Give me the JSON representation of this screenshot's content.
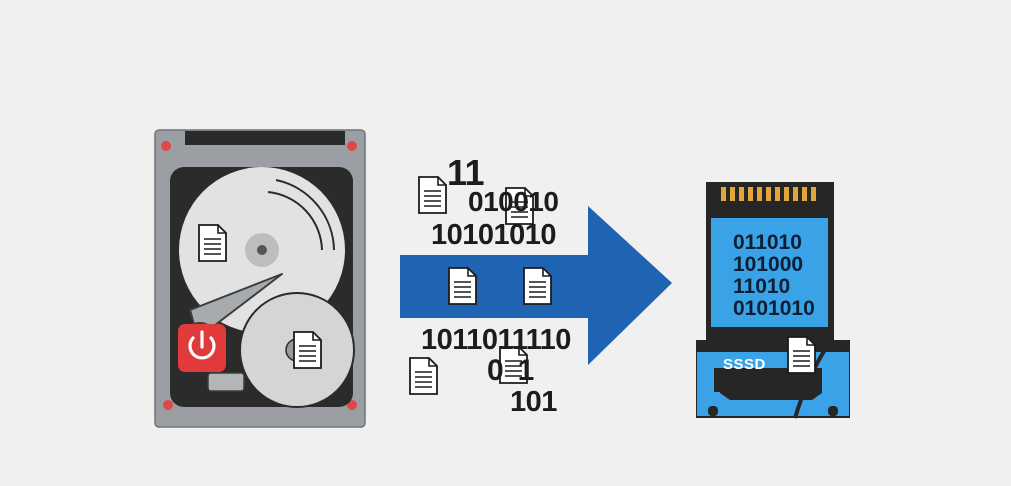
{
  "binary_stream": {
    "top_1": "11",
    "top_2": "010010",
    "top_3": "10101010",
    "bottom_1": "1011011110",
    "bottom_2": "01",
    "bottom_3": "101"
  },
  "ssd": {
    "label": "SSSD",
    "binary_lines": [
      "011010",
      "101000",
      "11010",
      "0101010"
    ]
  },
  "colors": {
    "background": "#f0f0f0",
    "arrow": "#1f63b3",
    "ssd_screen": "#3aa2e6",
    "ssd_body": "#262626",
    "hdd_frame": "#9b9ea3",
    "power_button": "#e03a3a"
  },
  "icons": [
    "document-icon",
    "power-icon",
    "hard-drive-icon",
    "ssd-icon",
    "arrow-right-icon"
  ]
}
